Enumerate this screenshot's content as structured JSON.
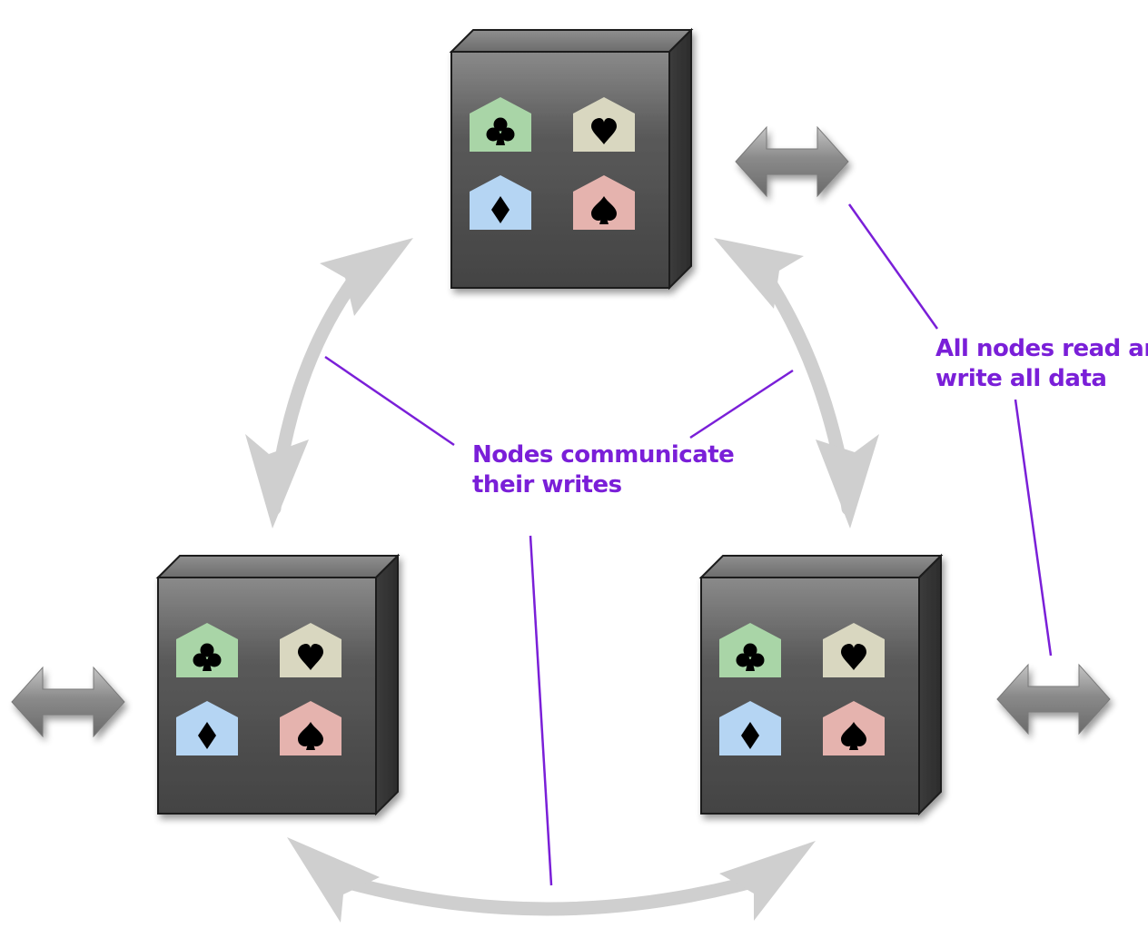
{
  "annotations": {
    "communicate": [
      "Nodes communicate",
      "their writes"
    ],
    "read_write": [
      "All nodes read and",
      "write all data"
    ]
  },
  "suits": [
    "club",
    "heart",
    "diamond",
    "spade"
  ],
  "colors": {
    "club": "#a9d5a7",
    "heart": "#d9d7c0",
    "diamond": "#b5d5f3",
    "spade": "#e5b3ae",
    "node_face": "#5e5e5e",
    "sync_arrow": "#cfcfcf",
    "leader_line": "#7a1fd8",
    "text": "#7a1fd8"
  }
}
